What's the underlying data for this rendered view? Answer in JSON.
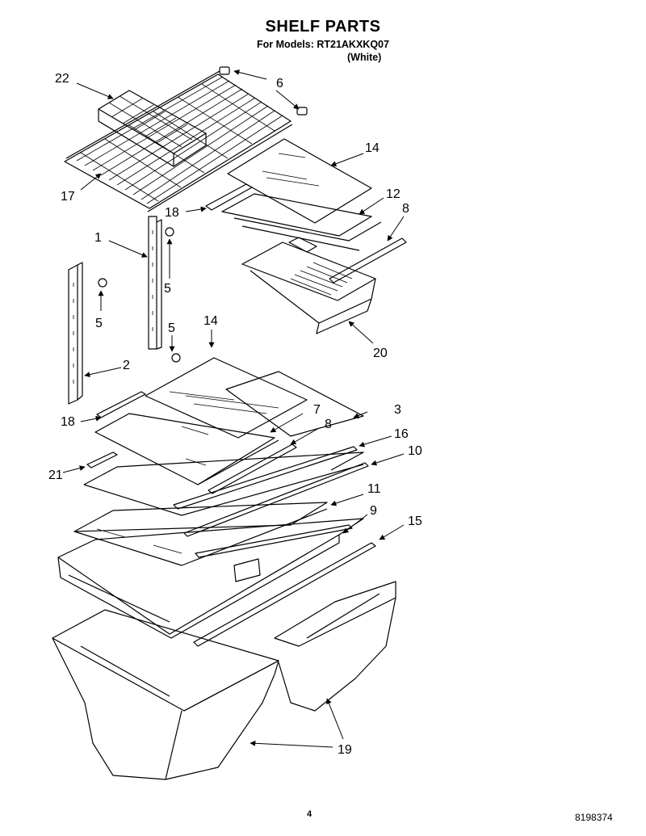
{
  "header": {
    "title": "SHELF PARTS",
    "models_line": "For Models: RT21AKXKQ07",
    "color_line": "(White)"
  },
  "callouts": [
    {
      "id": "c22",
      "label": "22"
    },
    {
      "id": "c6",
      "label": "6"
    },
    {
      "id": "c14a",
      "label": "14"
    },
    {
      "id": "c17",
      "label": "17"
    },
    {
      "id": "c18a",
      "label": "18"
    },
    {
      "id": "c12",
      "label": "12"
    },
    {
      "id": "c8a",
      "label": "8"
    },
    {
      "id": "c1",
      "label": "1"
    },
    {
      "id": "c5a",
      "label": "5"
    },
    {
      "id": "c5b",
      "label": "5"
    },
    {
      "id": "c5c",
      "label": "5"
    },
    {
      "id": "c14b",
      "label": "14"
    },
    {
      "id": "c20",
      "label": "20"
    },
    {
      "id": "c2",
      "label": "2"
    },
    {
      "id": "c3",
      "label": "3"
    },
    {
      "id": "c7",
      "label": "7"
    },
    {
      "id": "c18b",
      "label": "18"
    },
    {
      "id": "c8b",
      "label": "8"
    },
    {
      "id": "c16",
      "label": "16"
    },
    {
      "id": "c10",
      "label": "10"
    },
    {
      "id": "c21",
      "label": "21"
    },
    {
      "id": "c11",
      "label": "11"
    },
    {
      "id": "c9",
      "label": "9"
    },
    {
      "id": "c15",
      "label": "15"
    },
    {
      "id": "c19",
      "label": "19"
    }
  ],
  "footer": {
    "page_number": "4",
    "doc_number": "8198374"
  }
}
